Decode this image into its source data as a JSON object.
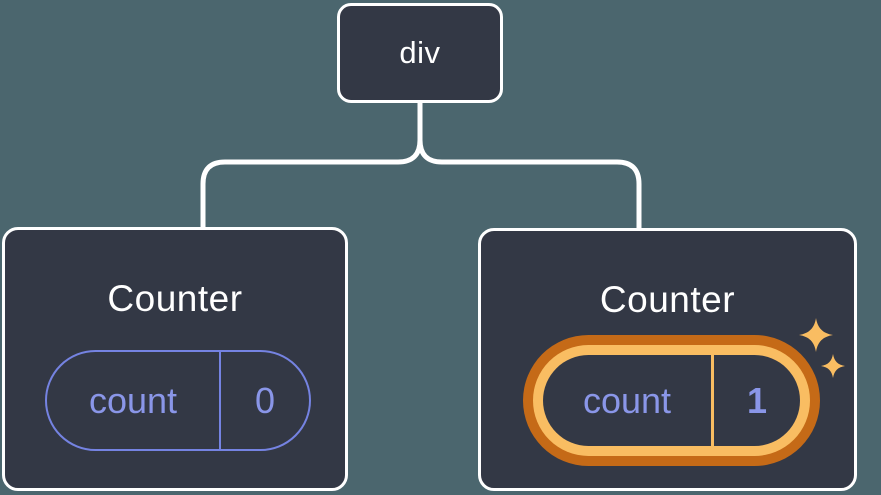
{
  "diagram": {
    "description": "component tree with isolated state",
    "root": {
      "label": "div"
    },
    "children": [
      {
        "title": "Counter",
        "state": {
          "key": "count",
          "value": "0"
        },
        "highlighted": false
      },
      {
        "title": "Counter",
        "state": {
          "key": "count",
          "value": "1"
        },
        "highlighted": true
      }
    ],
    "colors": {
      "background": "#4B666E",
      "card_background": "#333845",
      "card_border": "#FFFFFF",
      "connector": "#FFFFFF",
      "state_border": "#7583E2",
      "state_text": "#8A96E8",
      "highlight_ring_dark": "#C56A17",
      "highlight_ring_light": "#F9BD62",
      "sparkle": "#F9BD62"
    }
  }
}
